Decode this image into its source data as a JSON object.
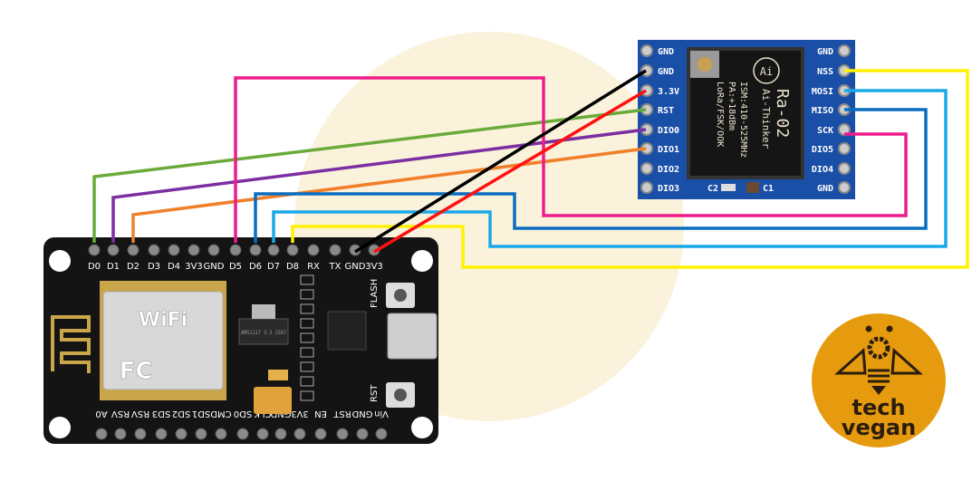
{
  "title": "NodeMCU ESP8266 to Ra-02 LoRa wiring",
  "nodemcu": {
    "top_pins": [
      "D0",
      "D1",
      "D2",
      "D3",
      "D4",
      "3V3",
      "GND",
      "D5",
      "D6",
      "D7",
      "D8",
      "RX",
      "TX",
      "GND",
      "3V3"
    ],
    "bottom_pins": [
      "A0",
      "RSV",
      "RSV",
      "SD3",
      "SD2",
      "SD1",
      "CMD",
      "SD0",
      "CLK",
      "GND",
      "3V3",
      "EN",
      "RST",
      "GND",
      "Vin"
    ],
    "buttons": {
      "flash": "FLASH",
      "reset": "RST"
    },
    "module_text": {
      "wifi": "WiFi",
      "fc": "FC",
      "reg": "AMS1117 3.3 1567"
    }
  },
  "ra02": {
    "left_pins": [
      "GND",
      "GND",
      "3.3V",
      "RST",
      "DIO0",
      "DIO1",
      "DIO2",
      "DIO3"
    ],
    "right_pins": [
      "GND",
      "NSS",
      "MOSI",
      "MISO",
      "SCK",
      "DIO5",
      "DIO4",
      "GND"
    ],
    "chip": {
      "model": "Ra-02",
      "brand": "Ai-Thinker",
      "ism": "ISM:410-525MHz",
      "pa": "PA:+18dBm",
      "modes": "LoRa/FSK/OOK",
      "logo": "Ai"
    },
    "caps": [
      "C2",
      "C1"
    ]
  },
  "connections": [
    {
      "from": "D0",
      "to": "RST",
      "color": "#6aaa3a"
    },
    {
      "from": "D1",
      "to": "DIO0",
      "color": "#7b2fa0"
    },
    {
      "from": "D2",
      "to": "DIO1",
      "color": "#f07f2a"
    },
    {
      "from": "D5",
      "to": "SCK",
      "color": "#ee1c8c"
    },
    {
      "from": "D6",
      "to": "MISO",
      "color": "#0a6ec0"
    },
    {
      "from": "D7",
      "to": "MOSI",
      "color": "#1aa9e8"
    },
    {
      "from": "D8",
      "to": "NSS",
      "color": "#fff200"
    },
    {
      "from": "GND",
      "to": "GND",
      "color": "#000000"
    },
    {
      "from": "3V3",
      "to": "3.3V",
      "color": "#ff1010"
    }
  ],
  "logo": {
    "line1": "tech",
    "line2": "vegan",
    "color": "#e69b0e",
    "ink": "#2b1d0e"
  },
  "colors": {
    "board_black": "#141414",
    "board_blue": "#1a4fa8",
    "watermark": "#fbf2dc"
  }
}
